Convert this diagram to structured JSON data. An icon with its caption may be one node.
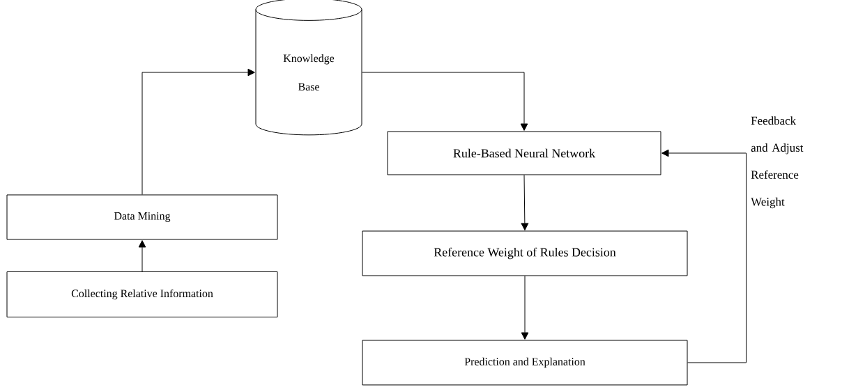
{
  "diagram": {
    "nodes": [
      {
        "text": [
          "Collecting Relative Information"
        ]
      },
      {
        "text": [
          "Data Mining"
        ]
      },
      {
        "text": [
          "Knowledge Base"
        ]
      },
      {
        "text": [
          "Rule-Based Neural Network"
        ]
      },
      {
        "text": [
          "Reference Weight of Rules Decision"
        ]
      },
      {
        "text": [
          "Prediction and Explanation"
        ]
      }
    ],
    "edges": [
      {
        "from": 0,
        "to": 1,
        "arrow": "to"
      },
      {
        "from": 1,
        "to": 2,
        "arrow": "to"
      },
      {
        "from": 2,
        "to": 3,
        "arrow": "to"
      },
      {
        "from": 3,
        "to": 4,
        "arrow": "to"
      },
      {
        "from": 4,
        "to": 5,
        "arrow": "to"
      },
      {
        "from": 5,
        "to": 3,
        "arrow": "to",
        "label": "Feedback and Adjust Reference Weight"
      }
    ]
  }
}
